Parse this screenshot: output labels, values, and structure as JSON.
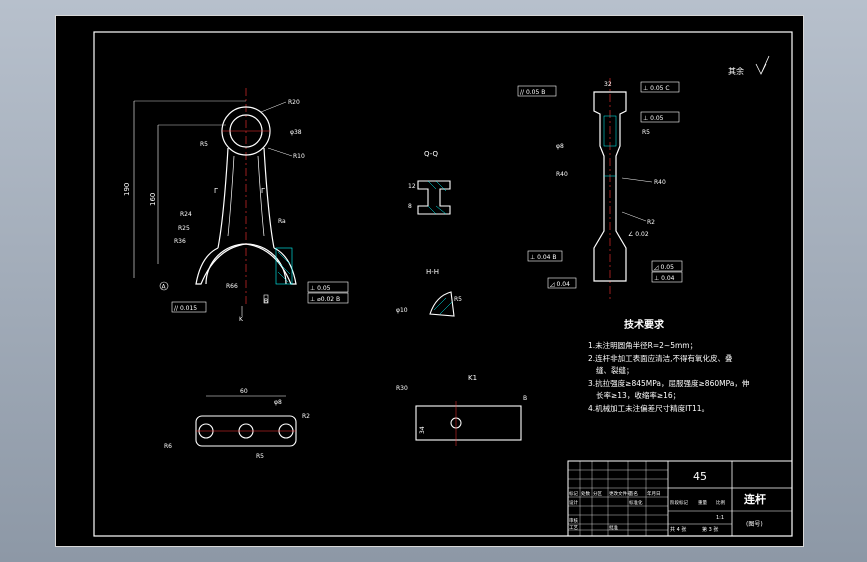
{
  "surface_note": "√",
  "roughness_label": "其余",
  "views": {
    "section_qq": "Q-Q",
    "section_hh": "H-H",
    "view_k": "K1"
  },
  "tech": {
    "title": "技术要求",
    "items": [
      "1.未注明圆角半径R=2~5mm；",
      "2.连杆非加工表面应清洁,不得有氧化皮、叠",
      "缝、裂缝；",
      "3.抗拉强度≥845MPa，屈服强度≥860MPa，伸",
      "长率≥13，收缩率≥16；",
      "4.机械加工未注偏差尺寸精度IT11。"
    ]
  },
  "title_block": {
    "material": "45",
    "part_name": "连杆",
    "drawing_no": "(图号)",
    "labels": {
      "mark": "标记",
      "count": "处数",
      "zone": "分区",
      "change_doc": "更改文件号",
      "sign": "签名",
      "date": "年月日",
      "design": "设计",
      "standardize": "标准化",
      "stage_mark": "阶段标记",
      "weight": "重量",
      "scale": "比例",
      "review": "审核",
      "process": "工艺",
      "approve": "批准",
      "sheets_total": "共 4 张",
      "sheet_no": "第 3 张"
    },
    "scale_value": "1:1"
  },
  "dims": {
    "r20": "R20",
    "phi38": "φ38",
    "r10": "R10",
    "r5": "R5",
    "len_total": "190",
    "len_main": "160",
    "r24": "R24",
    "r25": "R25",
    "r36": "R36",
    "r66": "R66",
    "ra": "Ra",
    "par_a": "// 0.015",
    "perp_a": "⊥ 0.05",
    "dat_a": "A",
    "dat_b": "B",
    "dat_k": "K",
    "tol_b": "⊥ ⌀0.02 B",
    "side_top": "32",
    "side_a": "// 0.05 B",
    "side_b": "⊥ 0.05 C",
    "side_c": "⊥ 0.05",
    "side_r40": "R40",
    "side_r5": "R5",
    "side_r2": "R2",
    "side_phi": "φ8",
    "side_b1": "⊥ 0.04 B",
    "side_b2": "◿ 0.05",
    "side_b3": "⊥ 0.04",
    "side_b4": "◿ 0.04",
    "side_d": "∠ 0.02",
    "qq_w": "12",
    "qq_h": "8",
    "hh_r": "R5",
    "hh_phi": "φ10",
    "bottom_60": "60",
    "bottom_r6": "R6",
    "bottom_r5": "R5",
    "bottom_r2": "R2",
    "bottom_phi": "φ8",
    "k_r30": "R30",
    "k_h": "34",
    "k_b": "B"
  }
}
